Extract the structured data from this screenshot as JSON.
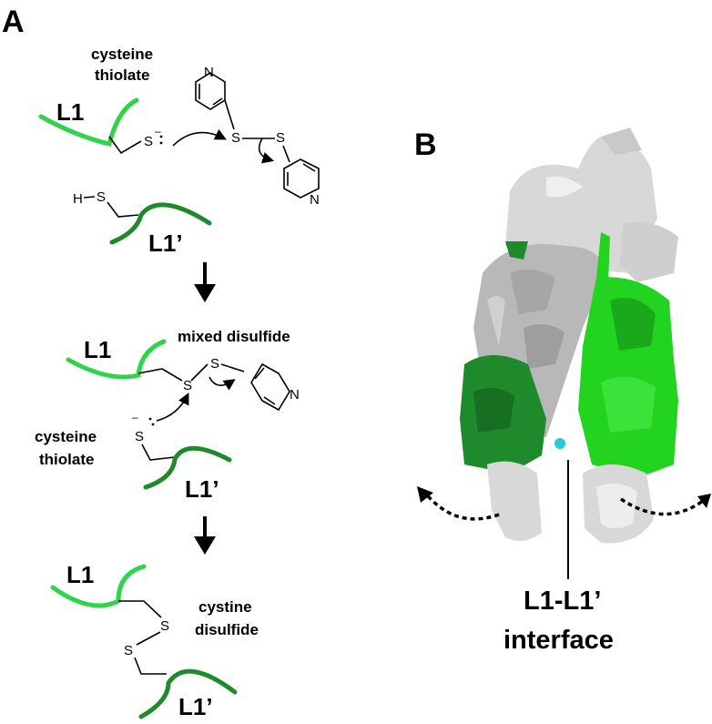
{
  "panels": {
    "a": "A",
    "b": "B"
  },
  "step1": {
    "cysteine_label_line1": "cysteine",
    "cysteine_label_line2": "thiolate",
    "l1": "L1",
    "l1p": "L1’",
    "s_thiolate": "S",
    "charge": "–",
    "s_left": "S",
    "s_right": "S",
    "n_top": "N",
    "n_bottom": "N",
    "hs_h": "H",
    "hs_s": "S"
  },
  "step2": {
    "mixed_label": "mixed disulfide",
    "l1": "L1",
    "l1p": "L1’",
    "s_mixed1": "S",
    "s_mixed2": "S",
    "n": "N",
    "cysteine_label_line1": "cysteine",
    "cysteine_label_line2": "thiolate",
    "s_thiolate": "S",
    "charge": "–"
  },
  "step3": {
    "l1": "L1",
    "l1p": "L1’",
    "cystine_label_line1": "cystine",
    "cystine_label_line2": "disulfide",
    "s_top": "S",
    "s_bottom": "S"
  },
  "structure": {
    "interface_line1": "L1-L1’",
    "interface_line2": "interface"
  },
  "colors": {
    "light_green": "#2fd44a",
    "dark_green": "#1e8a2c",
    "bright_green": "#22d31f",
    "protein_grey": "#b8b8b8",
    "dna_grey": "#d8d8d8",
    "cyan_site": "#29c8d6"
  }
}
